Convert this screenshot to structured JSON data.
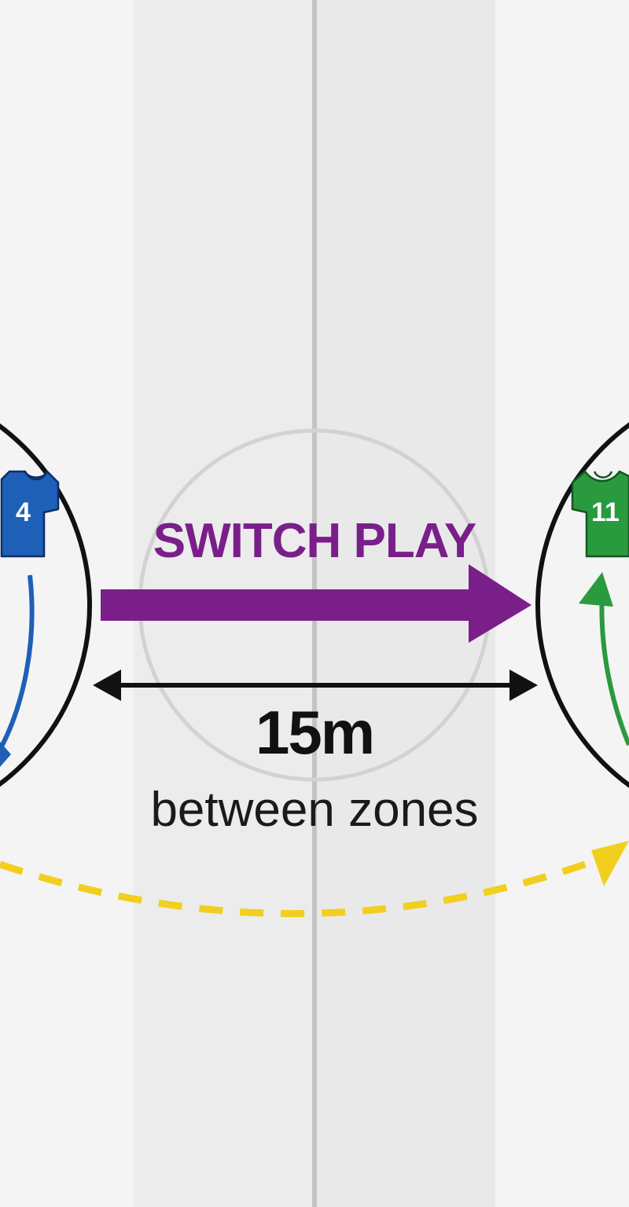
{
  "labels": {
    "switch_play": "SWITCH PLAY",
    "distance": "15m",
    "distance_caption": "between zones"
  },
  "players": {
    "left": {
      "number": "4",
      "kit_color": "#1e5fb8"
    },
    "right": {
      "number": "11",
      "kit_color": "#2a9a3e"
    }
  },
  "colors": {
    "switch_arrow": "#7a1f8a",
    "ball_path": "#f2cf1e",
    "left_run": "#1e5fb8",
    "right_run": "#2a9a3e",
    "zone_outline": "#111111",
    "center_circle": "#d0d0d0",
    "halfway_line": "#c4c4c4"
  }
}
